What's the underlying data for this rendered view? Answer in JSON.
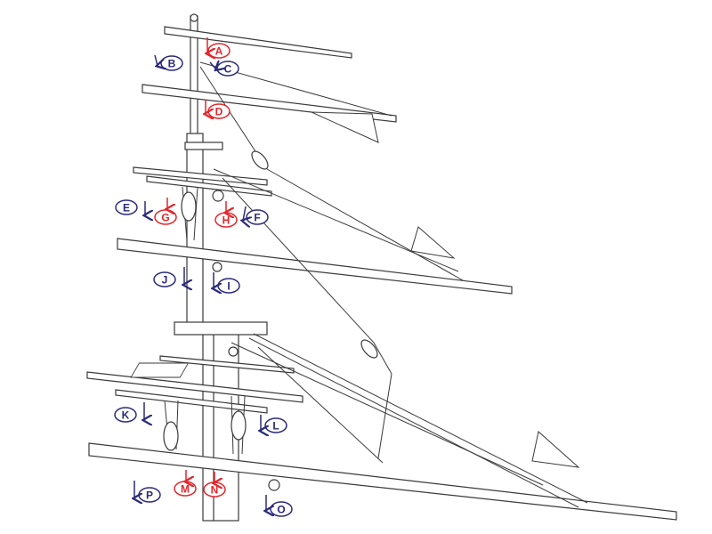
{
  "colors": {
    "line": "#3a3a3a",
    "navy": "#2b2a7a",
    "red": "#e3262b",
    "white": "#ffffff"
  },
  "labels": [
    {
      "id": "A",
      "text": "A",
      "color": "red"
    },
    {
      "id": "B",
      "text": "B",
      "color": "navy"
    },
    {
      "id": "C",
      "text": "C",
      "color": "navy"
    },
    {
      "id": "D",
      "text": "D",
      "color": "red"
    },
    {
      "id": "E",
      "text": "E",
      "color": "navy"
    },
    {
      "id": "F",
      "text": "F",
      "color": "navy"
    },
    {
      "id": "G",
      "text": "G",
      "color": "red"
    },
    {
      "id": "H",
      "text": "H",
      "color": "red"
    },
    {
      "id": "I",
      "text": "I",
      "color": "navy"
    },
    {
      "id": "J",
      "text": "J",
      "color": "navy"
    },
    {
      "id": "K",
      "text": "K",
      "color": "navy"
    },
    {
      "id": "L",
      "text": "L",
      "color": "navy"
    },
    {
      "id": "M",
      "text": "M",
      "color": "red"
    },
    {
      "id": "N",
      "text": "N",
      "color": "red"
    },
    {
      "id": "O",
      "text": "O",
      "color": "navy"
    },
    {
      "id": "P",
      "text": "P",
      "color": "navy"
    }
  ]
}
